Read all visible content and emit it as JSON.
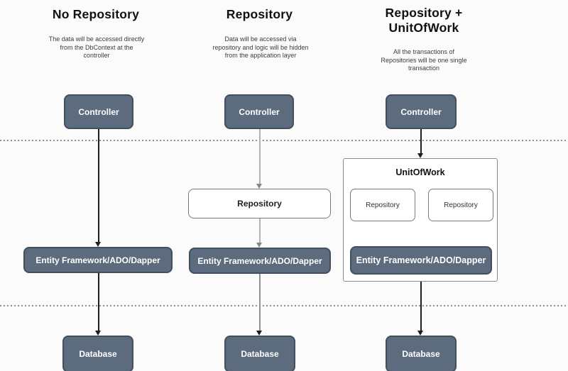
{
  "diagram": {
    "columns": [
      {
        "title": "No Repository",
        "subtitle_lines": [
          "The data will be accessed directly",
          "from the DbContext at the",
          "controller"
        ],
        "nodes": {
          "controller": "Controller",
          "framework": "Entity Framework/ADO/Dapper",
          "database": "Database"
        }
      },
      {
        "title": "Repository",
        "subtitle_lines": [
          "Data will be accessed via",
          "repository and logic will be hidden",
          "from the application layer"
        ],
        "nodes": {
          "controller": "Controller",
          "repository": "Repository",
          "framework": "Entity Framework/ADO/Dapper",
          "database": "Database"
        }
      },
      {
        "title": "Repository + UnitOfWork",
        "subtitle_lines": [
          "All the transactions of",
          "Repositories will be one single",
          "transaction"
        ],
        "nodes": {
          "controller": "Controller",
          "unit_of_work": "UnitOfWork",
          "repository_a": "Repository",
          "repository_b": "Repository",
          "framework": "Entity Framework/ADO/Dapper",
          "database": "Database"
        }
      }
    ],
    "colors": {
      "background": "#fbfbfc",
      "node_fill": "#5c6b7d",
      "node_border": "#434f5c",
      "node_text": "#ffffff",
      "outline_box_border": "#7a7a7a",
      "container_border": "#8a8a8a",
      "arrow_dark": "#1f1f1f",
      "arrow_light_line": "#a9b5ae",
      "arrow_light_head": "#7f8c86",
      "arrow_gray_line": "#8d9590",
      "dotted_line": "#8f8f8f",
      "heading_text": "#111111",
      "subtitle_text": "#3c3c3c"
    }
  }
}
